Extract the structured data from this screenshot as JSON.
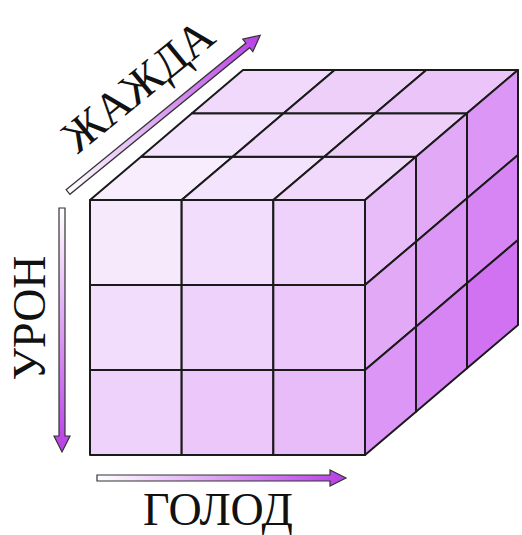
{
  "diagram": {
    "labels": [
      "ЖАЖДА",
      "УРОН",
      "ГОЛОД"
    ]
  }
}
